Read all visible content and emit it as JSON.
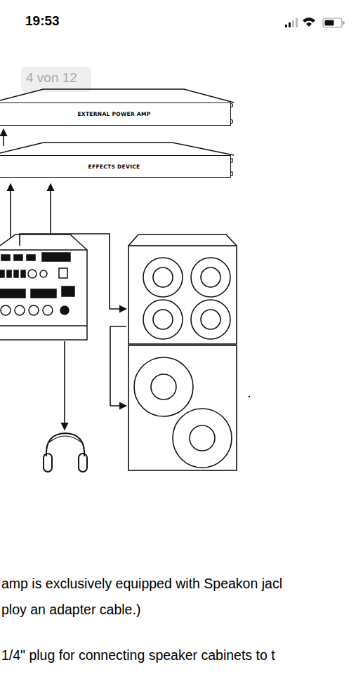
{
  "diagram": {
    "nodes": [
      {
        "text": [
          "EXTERNAL POWER AMP"
        ]
      },
      {
        "text": [
          "EFFECTS DEVICE"
        ]
      }
    ],
    "labels": [
      "19:53",
      "4 von 12",
      "amp is exclusively equipped with Speakon jacl",
      "ploy an adapter cable.)",
      "1/4\" plug for connecting speaker cabinets to t"
    ]
  }
}
